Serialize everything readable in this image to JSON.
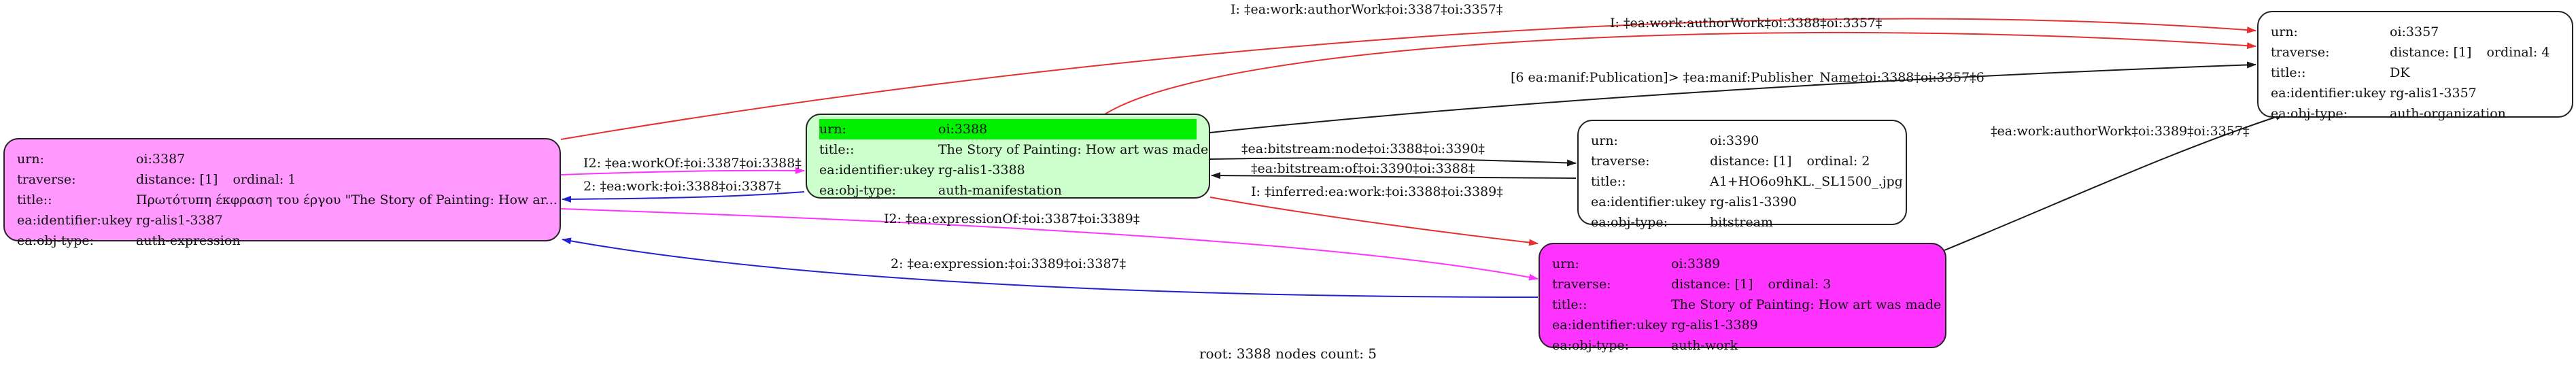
{
  "colors": {
    "expression_node": "#ff99ff",
    "manifestation_node": "#ccffcc",
    "manifestation_header": "#00f000",
    "work_node": "#ff33ff",
    "plain_node": "#ffffff",
    "red_edge": "#e53030",
    "black_edge": "#1a1a1a",
    "magenta_edge": "#ff33ff",
    "blue_edge": "#2222cc"
  },
  "nodes": {
    "expression": {
      "rows": [
        {
          "k": "urn:",
          "v": "oi:3387"
        },
        {
          "k": "traverse:",
          "v": "distance: [1]",
          "v2": "ordinal: 1"
        },
        {
          "k": "title::",
          "v": "Πρωτότυπη έκφραση του έργου \"The Story of Painting: How ar..."
        },
        {
          "k": "ea:identifier:ukey",
          "v": "rg-alis1-3387"
        },
        {
          "k": "ea:obj-type:",
          "v": "auth-expression"
        }
      ]
    },
    "manifestation": {
      "rows": [
        {
          "k": "urn:",
          "v": "oi:3388"
        },
        {
          "k": "title::",
          "v": "The Story of Painting: How art was made"
        },
        {
          "k": "ea:identifier:ukey",
          "v": "rg-alis1-3388"
        },
        {
          "k": "ea:obj-type:",
          "v": "auth-manifestation"
        }
      ]
    },
    "bitstream": {
      "rows": [
        {
          "k": "urn:",
          "v": "oi:3390"
        },
        {
          "k": "traverse:",
          "v": "distance: [1]",
          "v2": "ordinal: 2"
        },
        {
          "k": "title::",
          "v": "A1+HO6o9hKL._SL1500_.jpg"
        },
        {
          "k": "ea:identifier:ukey",
          "v": "rg-alis1-3390"
        },
        {
          "k": "ea:obj-type:",
          "v": "bitstream"
        }
      ]
    },
    "work": {
      "rows": [
        {
          "k": "urn:",
          "v": "oi:3389"
        },
        {
          "k": "traverse:",
          "v": "distance: [1]",
          "v2": "ordinal: 3"
        },
        {
          "k": "title::",
          "v": "The Story of Painting: How art was made"
        },
        {
          "k": "ea:identifier:ukey",
          "v": "rg-alis1-3389"
        },
        {
          "k": "ea:obj-type:",
          "v": "auth-work"
        }
      ]
    },
    "organization": {
      "rows": [
        {
          "k": "urn:",
          "v": "oi:3357"
        },
        {
          "k": "traverse:",
          "v": "distance: [1]",
          "v2": "ordinal: 4"
        },
        {
          "k": "title::",
          "v": "DK"
        },
        {
          "k": "ea:identifier:ukey",
          "v": "rg-alis1-3357"
        },
        {
          "k": "ea:obj-type:",
          "v": "auth-organization"
        }
      ]
    }
  },
  "edges": {
    "e1": "I: ‡ea:work:authorWork‡oi:3387‡oi:3357‡",
    "e2": "I: ‡ea:work:authorWork‡oi:3388‡oi:3357‡",
    "e3": "[6 ea:manif:Publication]> ‡ea:manif:Publisher_Name‡oi:3388‡oi:3357‡6",
    "e4": "‡ea:work:authorWork‡oi:3389‡oi:3357‡",
    "e5": "I2: ‡ea:workOf:‡oi:3387‡oi:3388‡",
    "e6": "2: ‡ea:work:‡oi:3388‡oi:3387‡",
    "e7": "‡ea:bitstream:node‡oi:3388‡oi:3390‡",
    "e8": "‡ea:bitstream:of‡oi:3390‡oi:3388‡",
    "e9": "I: ‡inferred:ea:work:‡oi:3388‡oi:3389‡",
    "e10": "I2: ‡ea:expressionOf:‡oi:3387‡oi:3389‡",
    "e11": "2: ‡ea:expression:‡oi:3389‡oi:3387‡"
  },
  "caption": "root: 3388 nodes count: 5"
}
